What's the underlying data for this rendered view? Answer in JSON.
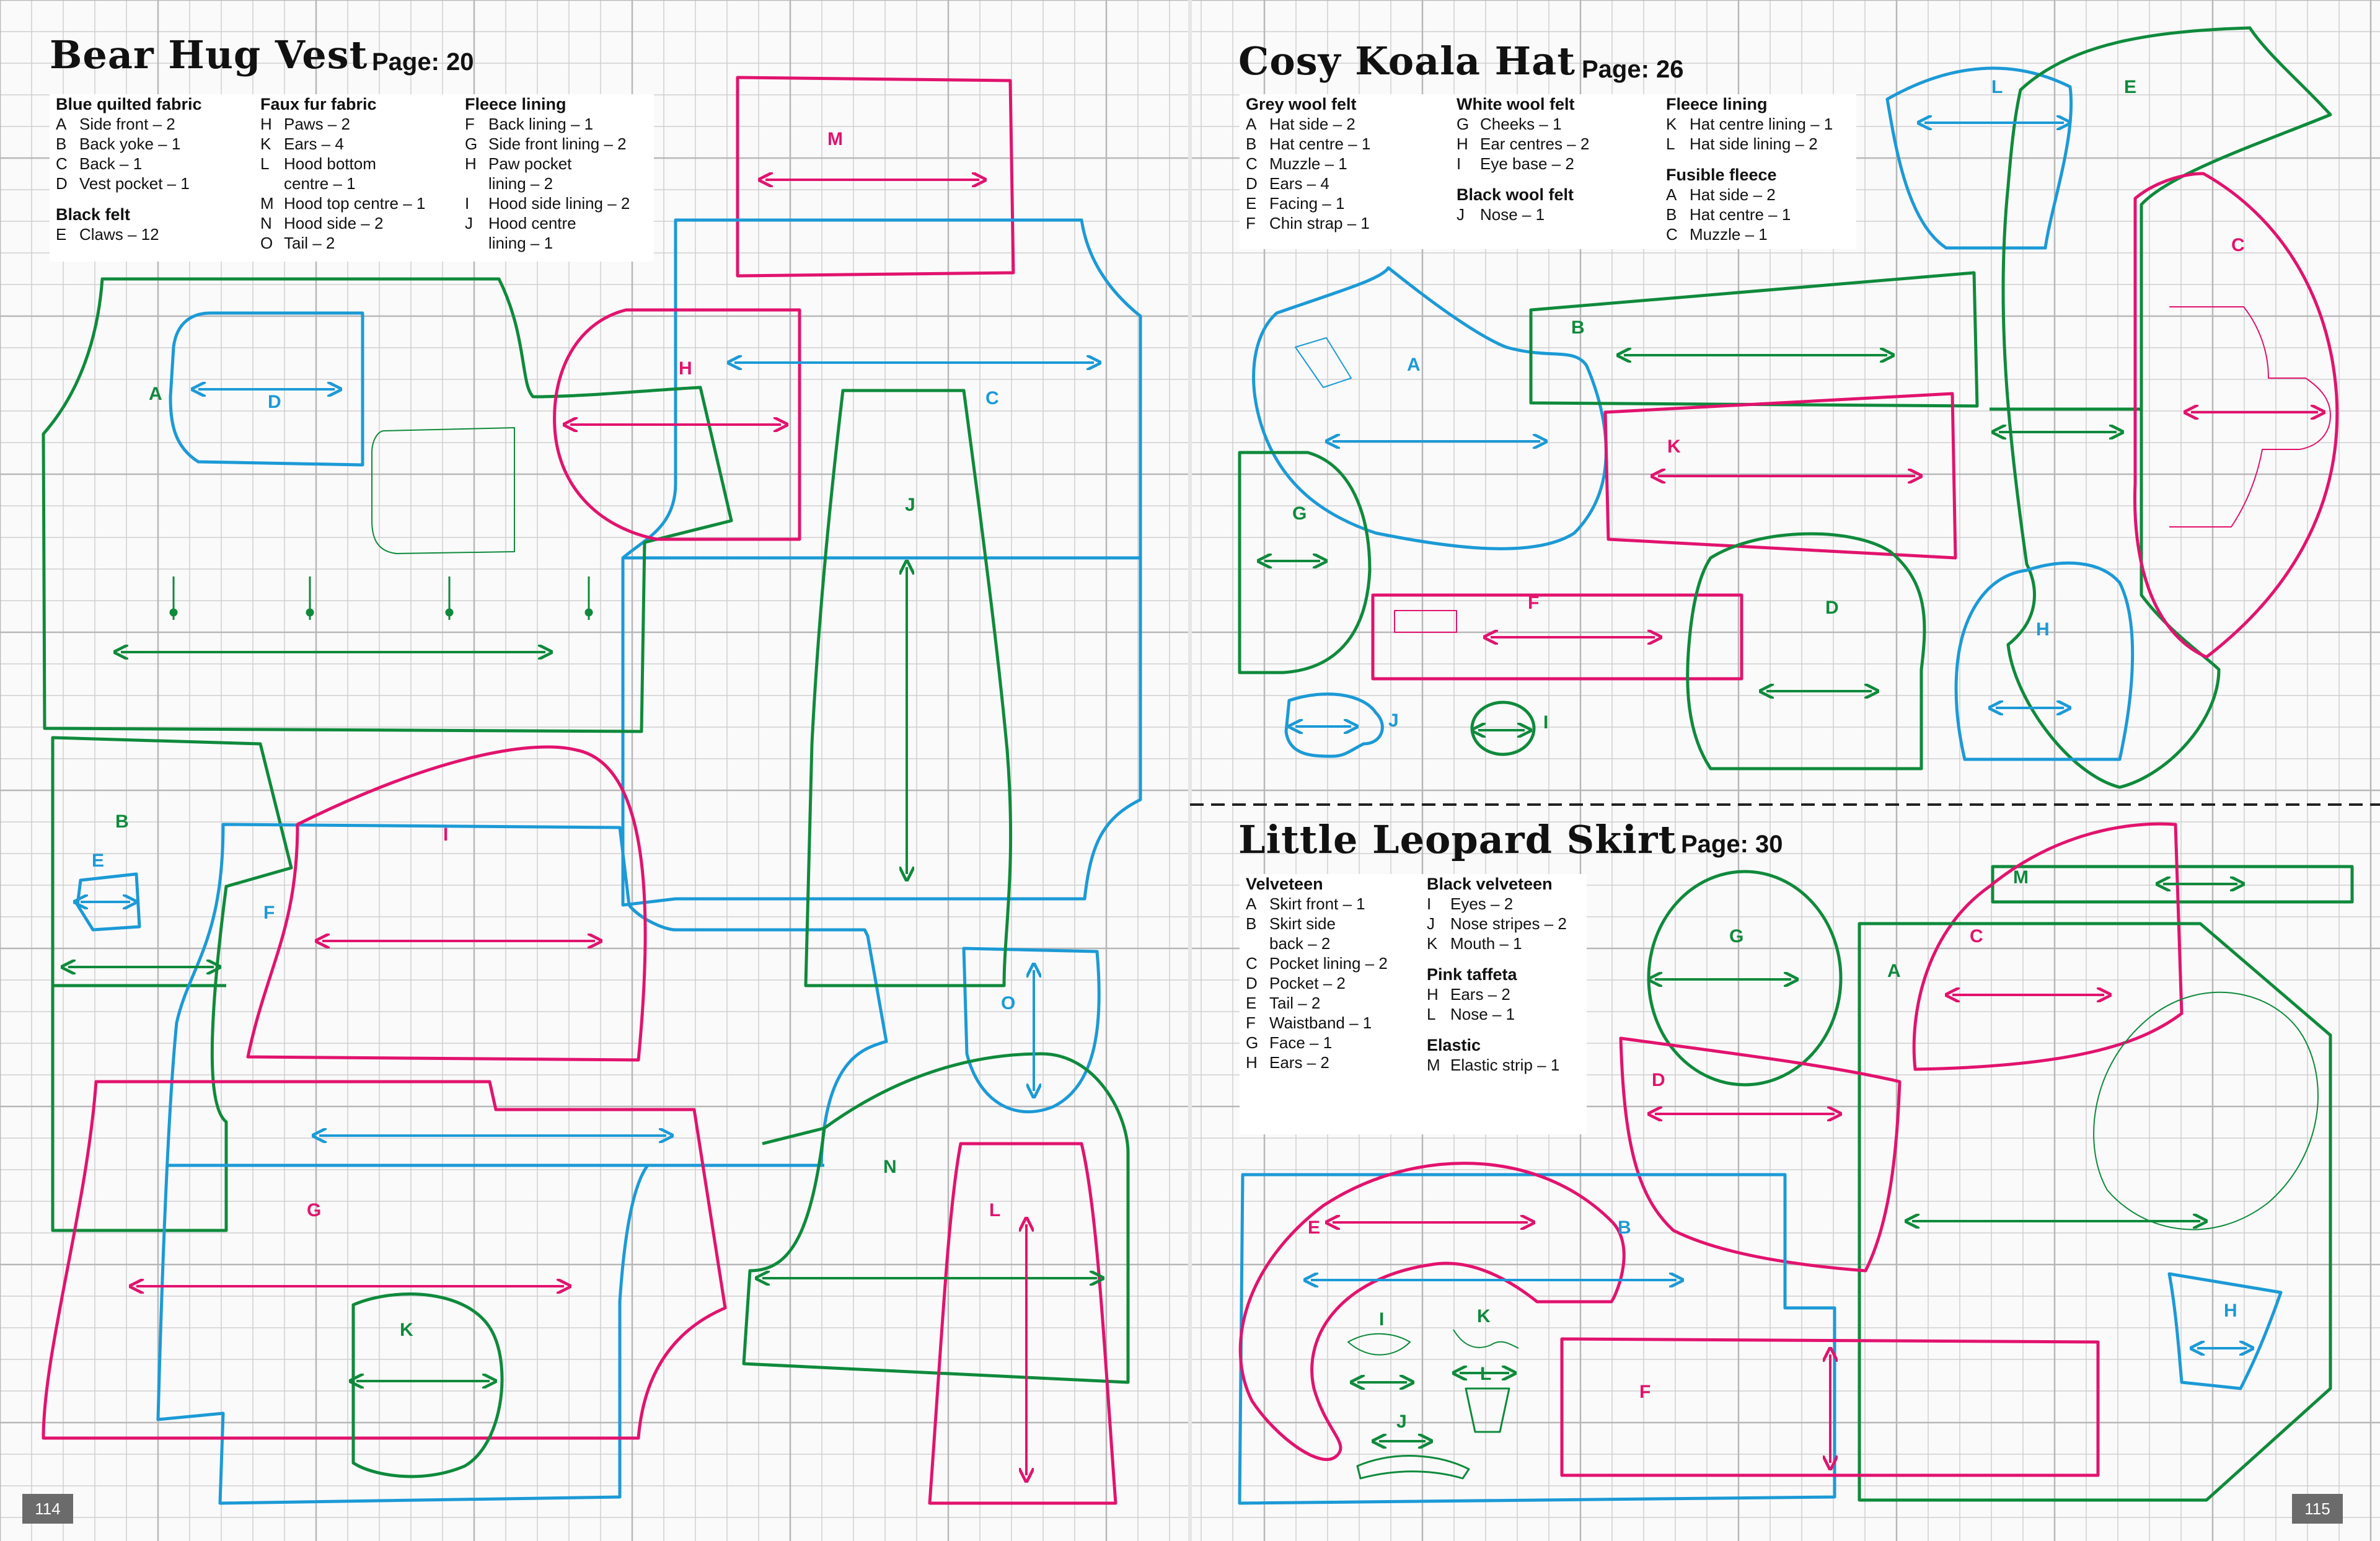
{
  "colors": {
    "green": "#0f8a3c",
    "pink": "#e2136e",
    "blue": "#1c9ad6",
    "grid": "#cfcfcf"
  },
  "sections": {
    "bear": {
      "title": "Bear Hug Vest",
      "page": "Page: 20",
      "columns": [
        {
          "groups": [
            {
              "heading": "Blue quilted fabric",
              "items": [
                {
                  "k": "A",
                  "v": "Side front – 2"
                },
                {
                  "k": "B",
                  "v": "Back yoke – 1"
                },
                {
                  "k": "C",
                  "v": "Back – 1"
                },
                {
                  "k": "D",
                  "v": "Vest pocket – 1"
                }
              ]
            },
            {
              "heading": "Black felt",
              "items": [
                {
                  "k": "E",
                  "v": "Claws – 12"
                }
              ]
            }
          ]
        },
        {
          "groups": [
            {
              "heading": "Faux fur fabric",
              "items": [
                {
                  "k": "H",
                  "v": "Paws – 2"
                },
                {
                  "k": "K",
                  "v": "Ears – 4"
                },
                {
                  "k": "L",
                  "v": "Hood bottom"
                },
                {
                  "k": "",
                  "v": "centre – 1"
                },
                {
                  "k": "M",
                  "v": "Hood top centre – 1"
                },
                {
                  "k": "N",
                  "v": "Hood side – 2"
                },
                {
                  "k": "O",
                  "v": "Tail – 2"
                }
              ]
            }
          ]
        },
        {
          "groups": [
            {
              "heading": "Fleece lining",
              "items": [
                {
                  "k": "F",
                  "v": "Back lining – 1"
                },
                {
                  "k": "G",
                  "v": "Side front lining – 2"
                },
                {
                  "k": "H",
                  "v": "Paw pocket"
                },
                {
                  "k": "",
                  "v": "lining – 2"
                },
                {
                  "k": "I",
                  "v": "Hood side lining – 2"
                },
                {
                  "k": "J",
                  "v": "Hood centre"
                },
                {
                  "k": "",
                  "v": "lining – 1"
                }
              ]
            }
          ]
        }
      ]
    },
    "koala": {
      "title": "Cosy Koala Hat",
      "page": "Page: 26",
      "columns": [
        {
          "groups": [
            {
              "heading": "Grey wool felt",
              "items": [
                {
                  "k": "A",
                  "v": "Hat side – 2"
                },
                {
                  "k": "B",
                  "v": "Hat centre – 1"
                },
                {
                  "k": "C",
                  "v": "Muzzle – 1"
                },
                {
                  "k": "D",
                  "v": "Ears – 4"
                },
                {
                  "k": "E",
                  "v": "Facing – 1"
                },
                {
                  "k": "F",
                  "v": "Chin strap – 1"
                }
              ]
            }
          ]
        },
        {
          "groups": [
            {
              "heading": "White wool felt",
              "items": [
                {
                  "k": "G",
                  "v": "Cheeks – 1"
                },
                {
                  "k": "H",
                  "v": "Ear centres – 2"
                },
                {
                  "k": "I",
                  "v": "Eye base – 2"
                }
              ]
            },
            {
              "heading": "Black wool felt",
              "items": [
                {
                  "k": "J",
                  "v": "Nose – 1"
                }
              ]
            }
          ]
        },
        {
          "groups": [
            {
              "heading": "Fleece lining",
              "items": [
                {
                  "k": "K",
                  "v": "Hat centre lining – 1"
                },
                {
                  "k": "L",
                  "v": "Hat side lining – 2"
                }
              ]
            },
            {
              "heading": "Fusible fleece",
              "items": [
                {
                  "k": "A",
                  "v": "Hat side – 2"
                },
                {
                  "k": "B",
                  "v": "Hat centre – 1"
                },
                {
                  "k": "C",
                  "v": "Muzzle – 1"
                }
              ]
            }
          ]
        }
      ]
    },
    "leopard": {
      "title": "Little Leopard Skirt",
      "page": "Page: 30",
      "columns": [
        {
          "groups": [
            {
              "heading": "Velveteen",
              "items": [
                {
                  "k": "A",
                  "v": "Skirt front – 1"
                },
                {
                  "k": "B",
                  "v": "Skirt side"
                },
                {
                  "k": "",
                  "v": "back – 2"
                },
                {
                  "k": "C",
                  "v": "Pocket lining – 2"
                },
                {
                  "k": "D",
                  "v": "Pocket – 2"
                },
                {
                  "k": "E",
                  "v": "Tail – 2"
                },
                {
                  "k": "F",
                  "v": "Waistband – 1"
                },
                {
                  "k": "G",
                  "v": "Face – 1"
                },
                {
                  "k": "H",
                  "v": "Ears – 2"
                }
              ]
            }
          ]
        },
        {
          "groups": [
            {
              "heading": "Black velveteen",
              "items": [
                {
                  "k": "I",
                  "v": "Eyes – 2"
                },
                {
                  "k": "J",
                  "v": "Nose stripes – 2"
                },
                {
                  "k": "K",
                  "v": "Mouth – 1"
                }
              ]
            },
            {
              "heading": "Pink taffeta",
              "items": [
                {
                  "k": "H",
                  "v": "Ears – 2"
                },
                {
                  "k": "L",
                  "v": "Nose – 1"
                }
              ]
            },
            {
              "heading": "Elastic",
              "items": [
                {
                  "k": "M",
                  "v": "Elastic strip – 1"
                }
              ]
            }
          ]
        }
      ]
    }
  },
  "page_numbers": {
    "left": "114",
    "right": "115"
  },
  "piece_labels": {
    "bear": [
      {
        "t": "A",
        "c": "green"
      },
      {
        "t": "D",
        "c": "blue"
      },
      {
        "t": "B",
        "c": "green"
      },
      {
        "t": "E",
        "c": "blue"
      },
      {
        "t": "F",
        "c": "blue"
      },
      {
        "t": "G",
        "c": "pink"
      },
      {
        "t": "K",
        "c": "green"
      },
      {
        "t": "H",
        "c": "pink"
      },
      {
        "t": "I",
        "c": "pink"
      },
      {
        "t": "M",
        "c": "pink"
      },
      {
        "t": "C",
        "c": "blue"
      },
      {
        "t": "J",
        "c": "green"
      },
      {
        "t": "O",
        "c": "blue"
      },
      {
        "t": "N",
        "c": "green"
      },
      {
        "t": "L",
        "c": "pink"
      }
    ],
    "koala": [
      {
        "t": "A",
        "c": "blue"
      },
      {
        "t": "B",
        "c": "green"
      },
      {
        "t": "K",
        "c": "pink"
      },
      {
        "t": "G",
        "c": "green"
      },
      {
        "t": "F",
        "c": "pink"
      },
      {
        "t": "D",
        "c": "green"
      },
      {
        "t": "J",
        "c": "blue"
      },
      {
        "t": "I",
        "c": "green"
      },
      {
        "t": "L",
        "c": "blue"
      },
      {
        "t": "E",
        "c": "green"
      },
      {
        "t": "C",
        "c": "pink"
      },
      {
        "t": "H",
        "c": "blue"
      }
    ],
    "leopard": [
      {
        "t": "M",
        "c": "green"
      },
      {
        "t": "G",
        "c": "green"
      },
      {
        "t": "C",
        "c": "pink"
      },
      {
        "t": "A",
        "c": "green"
      },
      {
        "t": "D",
        "c": "pink"
      },
      {
        "t": "E",
        "c": "pink"
      },
      {
        "t": "B",
        "c": "blue"
      },
      {
        "t": "I",
        "c": "green"
      },
      {
        "t": "K",
        "c": "green"
      },
      {
        "t": "L",
        "c": "green"
      },
      {
        "t": "J",
        "c": "green"
      },
      {
        "t": "F",
        "c": "pink"
      },
      {
        "t": "H",
        "c": "blue"
      }
    ]
  }
}
